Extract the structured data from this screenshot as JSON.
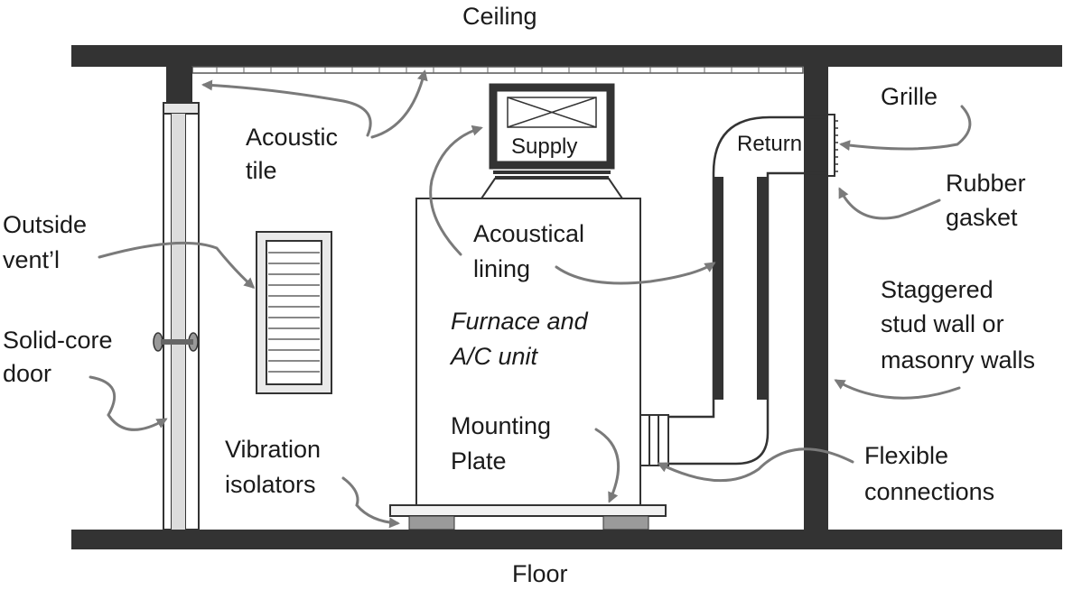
{
  "labels": {
    "ceiling": "Ceiling",
    "floor": "Floor",
    "acoustic_tile": [
      "Acoustic",
      "tile"
    ],
    "outside_vent": [
      "Outside",
      "vent’l"
    ],
    "solid_core_door": [
      "Solid-core",
      "door"
    ],
    "supply": "Supply",
    "return": "Return",
    "grille": "Grille",
    "rubber_gasket": [
      "Rubber",
      "gasket"
    ],
    "acoustical_lining": [
      "Acoustical",
      "lining"
    ],
    "furnace": [
      "Furnace and",
      "A/C unit"
    ],
    "staggered_walls": [
      "Staggered",
      "stud wall or",
      "masonry walls"
    ],
    "mounting_plate": [
      "Mounting",
      "Plate"
    ],
    "vibration_isolators": [
      "Vibration",
      "isolators"
    ],
    "flexible_connections": [
      "Flexible",
      "connections"
    ]
  },
  "colors": {
    "structure": "#333333",
    "arrow": "#7a7a7a",
    "panel": "#f2f2f2",
    "isolator": "#9a9a9a"
  }
}
